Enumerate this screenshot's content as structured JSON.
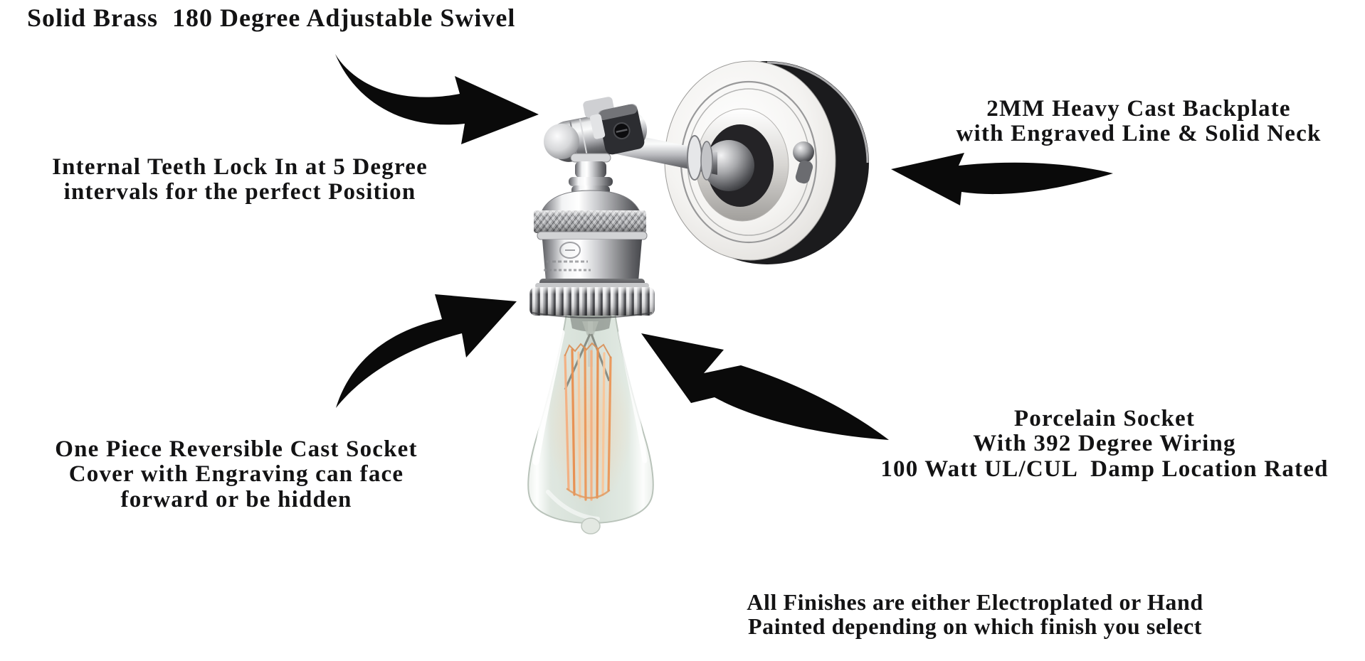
{
  "callouts": {
    "swivel": "Solid Brass  180 Degree Adjustable Swivel",
    "teeth_lock": "Internal Teeth Lock In at 5 Degree\nintervals for the perfect Position",
    "backplate": "2MM Heavy Cast Backplate\nwith Engraved Line & Solid Neck",
    "socket_cover": "One Piece Reversible Cast Socket\nCover with Engraving can face\nforward or be hidden",
    "porcelain_socket": "Porcelain Socket\nWith 392 Degree Wiring\n100 Watt UL/CUL  Damp Location Rated",
    "finishes": "All Finishes are either Electroplated or Hand\nPainted depending on which finish you select"
  },
  "colors": {
    "background": "#ffffff",
    "text": "#131314",
    "arrow": "#0a0a0a",
    "metal_highlight": "#fafbfb",
    "metal_mid": "#b9babd",
    "metal_shadow": "#434447",
    "backplate_rim_dark": "#1b1b1d",
    "glass_tint": "#d8e1da",
    "filament_orange": "#ee9e63",
    "filament_light": "#f8c79b"
  }
}
